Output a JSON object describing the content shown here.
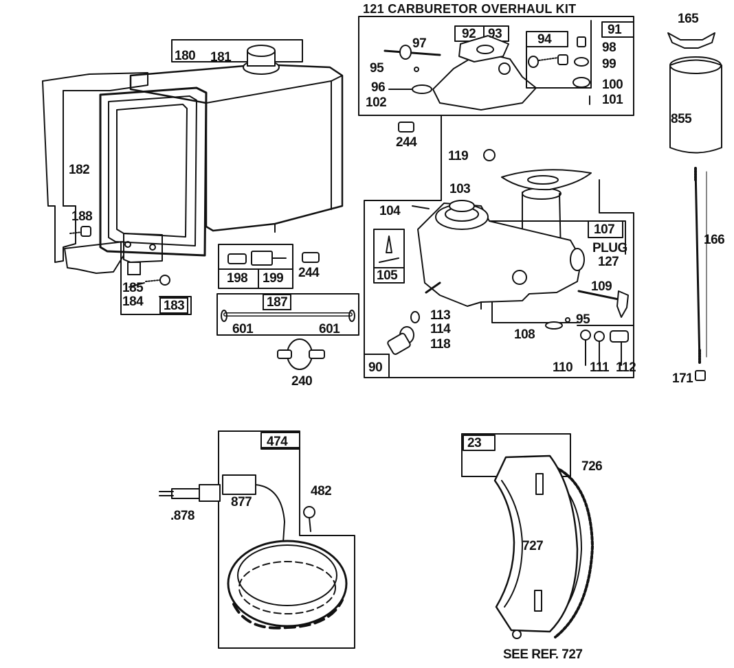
{
  "kit_title": "121 CARBURETOR OVERHAUL KIT",
  "plug_label": "PLUG",
  "see_ref": "SEE REF. 727",
  "labels": {
    "p180": "180",
    "p181": "181",
    "p182": "182",
    "p188": "188",
    "p185": "185",
    "p184": "184",
    "p183": "183",
    "p198": "198",
    "p199": "199",
    "p244a": "244",
    "p244b": "244",
    "p187": "187",
    "p601a": "601",
    "p601b": "601",
    "p240": "240",
    "p92": "92",
    "p93": "93",
    "p94": "94",
    "p91": "91",
    "p97": "97",
    "p95a": "95",
    "p96": "96",
    "p102": "102",
    "p98": "98",
    "p99": "99",
    "p100": "100",
    "p101": "101",
    "p119": "119",
    "p103": "103",
    "p104": "104",
    "p107": "107",
    "p127": "127",
    "p105": "105",
    "p109": "109",
    "p95b": "95",
    "p108": "108",
    "p113": "113",
    "p114": "114",
    "p118": "118",
    "p90": "90",
    "p110": "110",
    "p111": "111",
    "p112": "112",
    "p165": "165",
    "p855": "855",
    "p166": "166",
    "p171": "171",
    "p474": "474",
    "p482": "482",
    "p877": "877",
    "p878": ".878",
    "p23": "23",
    "p726": "726",
    "p727": "727"
  }
}
